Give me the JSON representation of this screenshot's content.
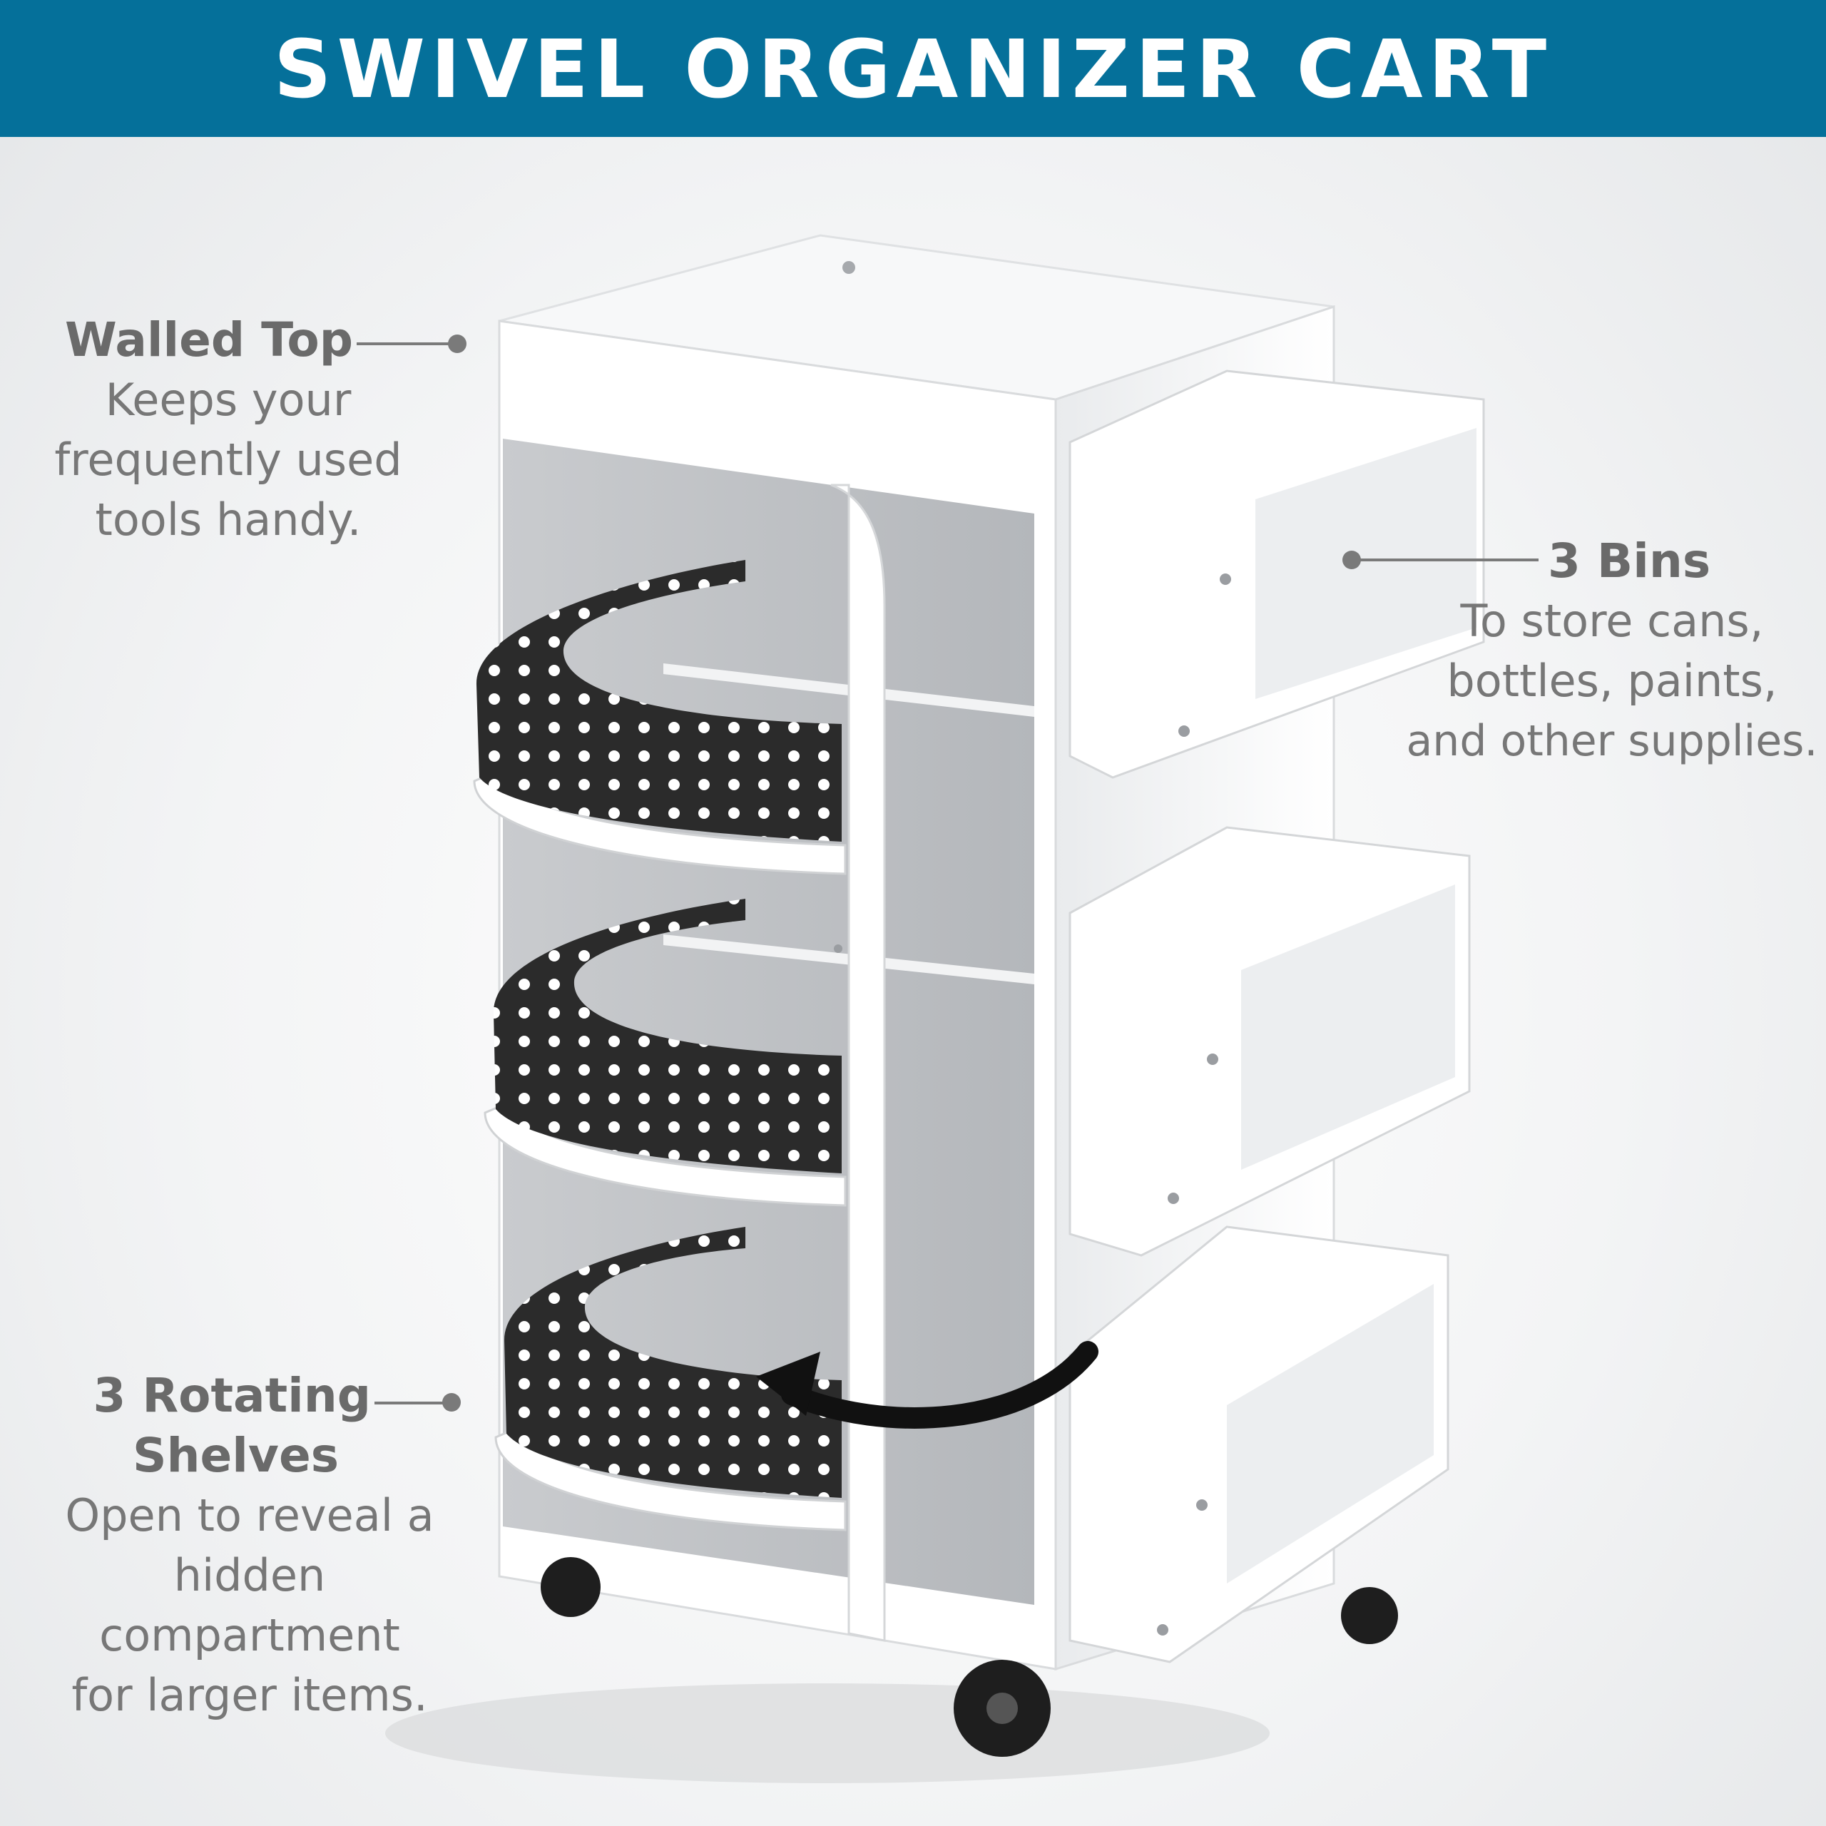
{
  "banner": {
    "title": "SWIVEL ORGANIZER CART",
    "color": "#05709a"
  },
  "callouts": {
    "walled_top": {
      "heading": "Walled Top",
      "body": [
        "Keeps your",
        "frequently used",
        "tools handy."
      ]
    },
    "bins": {
      "heading": "3 Bins",
      "body": [
        "To store cans,",
        "bottles, paints,",
        "and other supplies."
      ]
    },
    "shelves": {
      "heading": [
        "3 Rotating",
        "Shelves"
      ],
      "body": [
        "Open to reveal a",
        "hidden compartment",
        "for larger items."
      ]
    }
  },
  "icons": [
    "rotation-arrow-icon"
  ],
  "colors": {
    "text": "#6e6e6e",
    "cart": "#ffffff",
    "shelf_band": "#2b2b2b"
  }
}
